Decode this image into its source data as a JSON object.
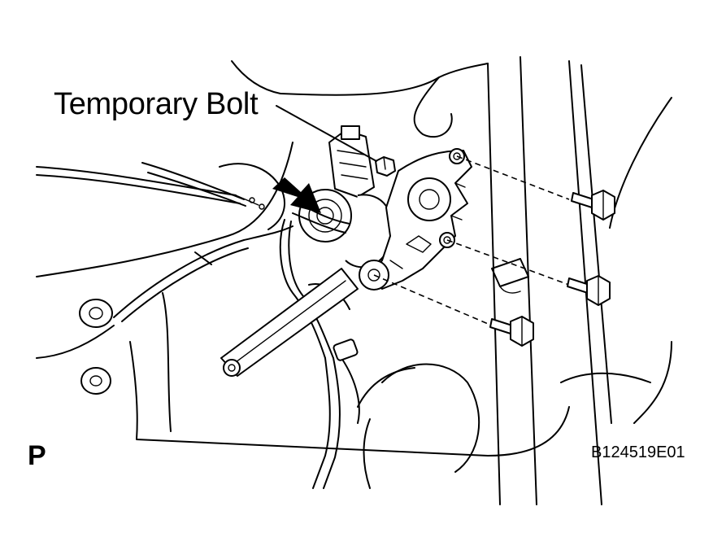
{
  "labels": {
    "callout": "Temporary Bolt",
    "view_letter": "P",
    "figure_code": "B124519E01"
  },
  "icons": {
    "bolts": [
      "hex-bolt-icon",
      "hex-bolt-icon",
      "hex-bolt-icon"
    ],
    "indicator": "arrow-icon"
  },
  "colors": {
    "line": "#000000",
    "background": "#ffffff"
  }
}
